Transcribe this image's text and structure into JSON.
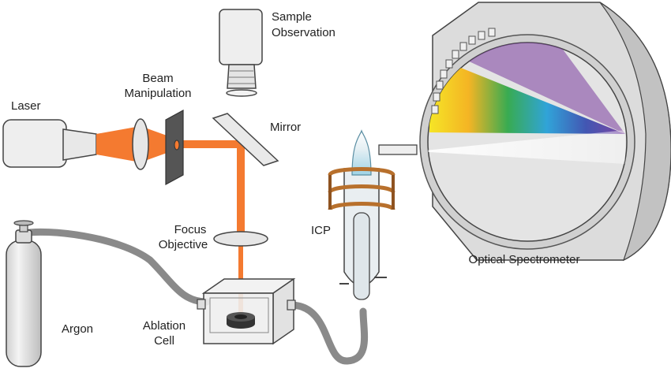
{
  "labels": {
    "sample_observation": [
      "Sample",
      "Observation"
    ],
    "beam_manipulation": [
      "Beam",
      "Manipulation"
    ],
    "laser": "Laser",
    "mirror": "Mirror",
    "focus_objective": [
      "Focus",
      "Objective"
    ],
    "icp": "ICP",
    "optical_spectrometer": "Optical Spectrometer",
    "argon": "Argon",
    "ablation_cell": [
      "Ablation",
      "Cell"
    ]
  },
  "colors": {
    "laser_beam": "#f47a30",
    "device_fill": "#eeeeee",
    "device_stroke": "#444444",
    "tube": "#8a8a8a",
    "coil": "#b8702c"
  }
}
